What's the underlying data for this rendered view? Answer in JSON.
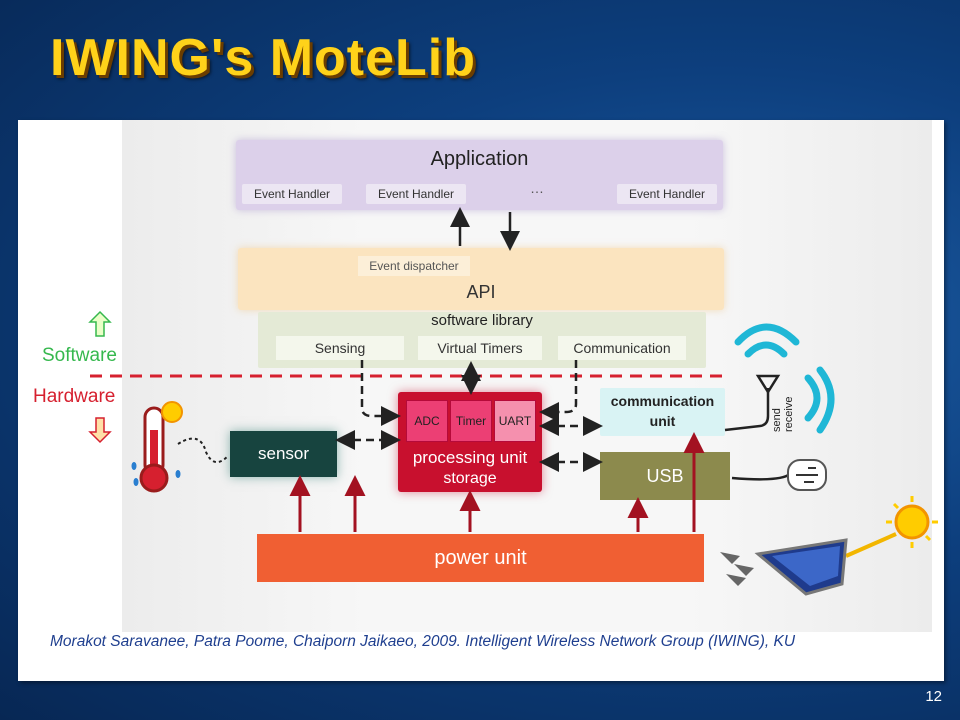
{
  "slide": {
    "title": "IWING's MoteLib",
    "page_number": "12",
    "citation": "Morakot Saravanee, Patra Poome, Chaiporn Jaikaeo, 2009. Intelligent Wireless Network Group (IWING), KU"
  },
  "diagram": {
    "application": {
      "label": "Application",
      "handlers": [
        "Event Handler",
        "Event Handler",
        "Event Handler"
      ],
      "ellipsis": "…"
    },
    "api": {
      "label": "API",
      "dispatcher": "Event dispatcher"
    },
    "software_library": {
      "label": "software library",
      "modules": [
        "Sensing",
        "Virtual Timers",
        "Communication"
      ]
    },
    "boundary": {
      "software_label": "Software",
      "hardware_label": "Hardware"
    },
    "sensor": "sensor",
    "processing": {
      "chips": [
        "ADC",
        "Timer",
        "UART"
      ],
      "label": "processing unit",
      "storage": "storage"
    },
    "communication": {
      "line1": "communication",
      "line2": "unit"
    },
    "usb": "USB",
    "power": "power unit",
    "antenna": {
      "send": "send",
      "receive": "receive"
    }
  },
  "colors": {
    "title": "#ffd21a",
    "application": "#dcd0ea",
    "api": "#fbe4bf",
    "software_library": "#e4ead6",
    "sensor": "#17443f",
    "processing": "#c8102e",
    "communication": "#d9f3f4",
    "usb": "#8c8a4d",
    "power": "#f05f33",
    "boundary_line": "#d6202f",
    "software_text": "#36b84e"
  }
}
